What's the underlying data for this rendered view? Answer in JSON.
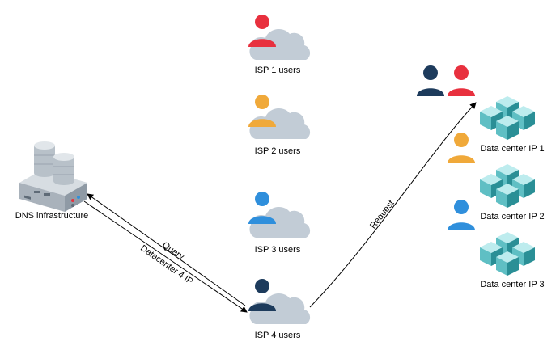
{
  "nodes": {
    "dns": {
      "label": "DNS infrastructure",
      "icon": "server-database-icon"
    },
    "isp1": {
      "label": "ISP 1 users",
      "icon": "user-cloud-icon",
      "color": "#e8303e"
    },
    "isp2": {
      "label": "ISP 2 users",
      "icon": "user-cloud-icon",
      "color": "#f0a93a"
    },
    "isp3": {
      "label": "ISP 3 users",
      "icon": "user-cloud-icon",
      "color": "#2f8fdc"
    },
    "isp4": {
      "label": "ISP 4 users",
      "icon": "user-cloud-icon",
      "color": "#1d3b5c"
    },
    "dc1": {
      "label": "Data center IP 1",
      "icon": "datacenter-cubes-icon"
    },
    "dc2": {
      "label": "Data center IP 2",
      "icon": "datacenter-cubes-icon"
    },
    "dc3": {
      "label": "Data center IP 3",
      "icon": "datacenter-cubes-icon"
    }
  },
  "edges": {
    "query": "Query",
    "datacenter4ip": "Datacenter 4 IP",
    "request": "Request"
  },
  "colors": {
    "cloud": "#c2ccd6",
    "cube_light": "#bdecee",
    "cube_mid": "#5fbfc4",
    "cube_dark": "#2a8f96",
    "server_body": "#a9b2bb",
    "server_dark": "#5f6b77"
  }
}
